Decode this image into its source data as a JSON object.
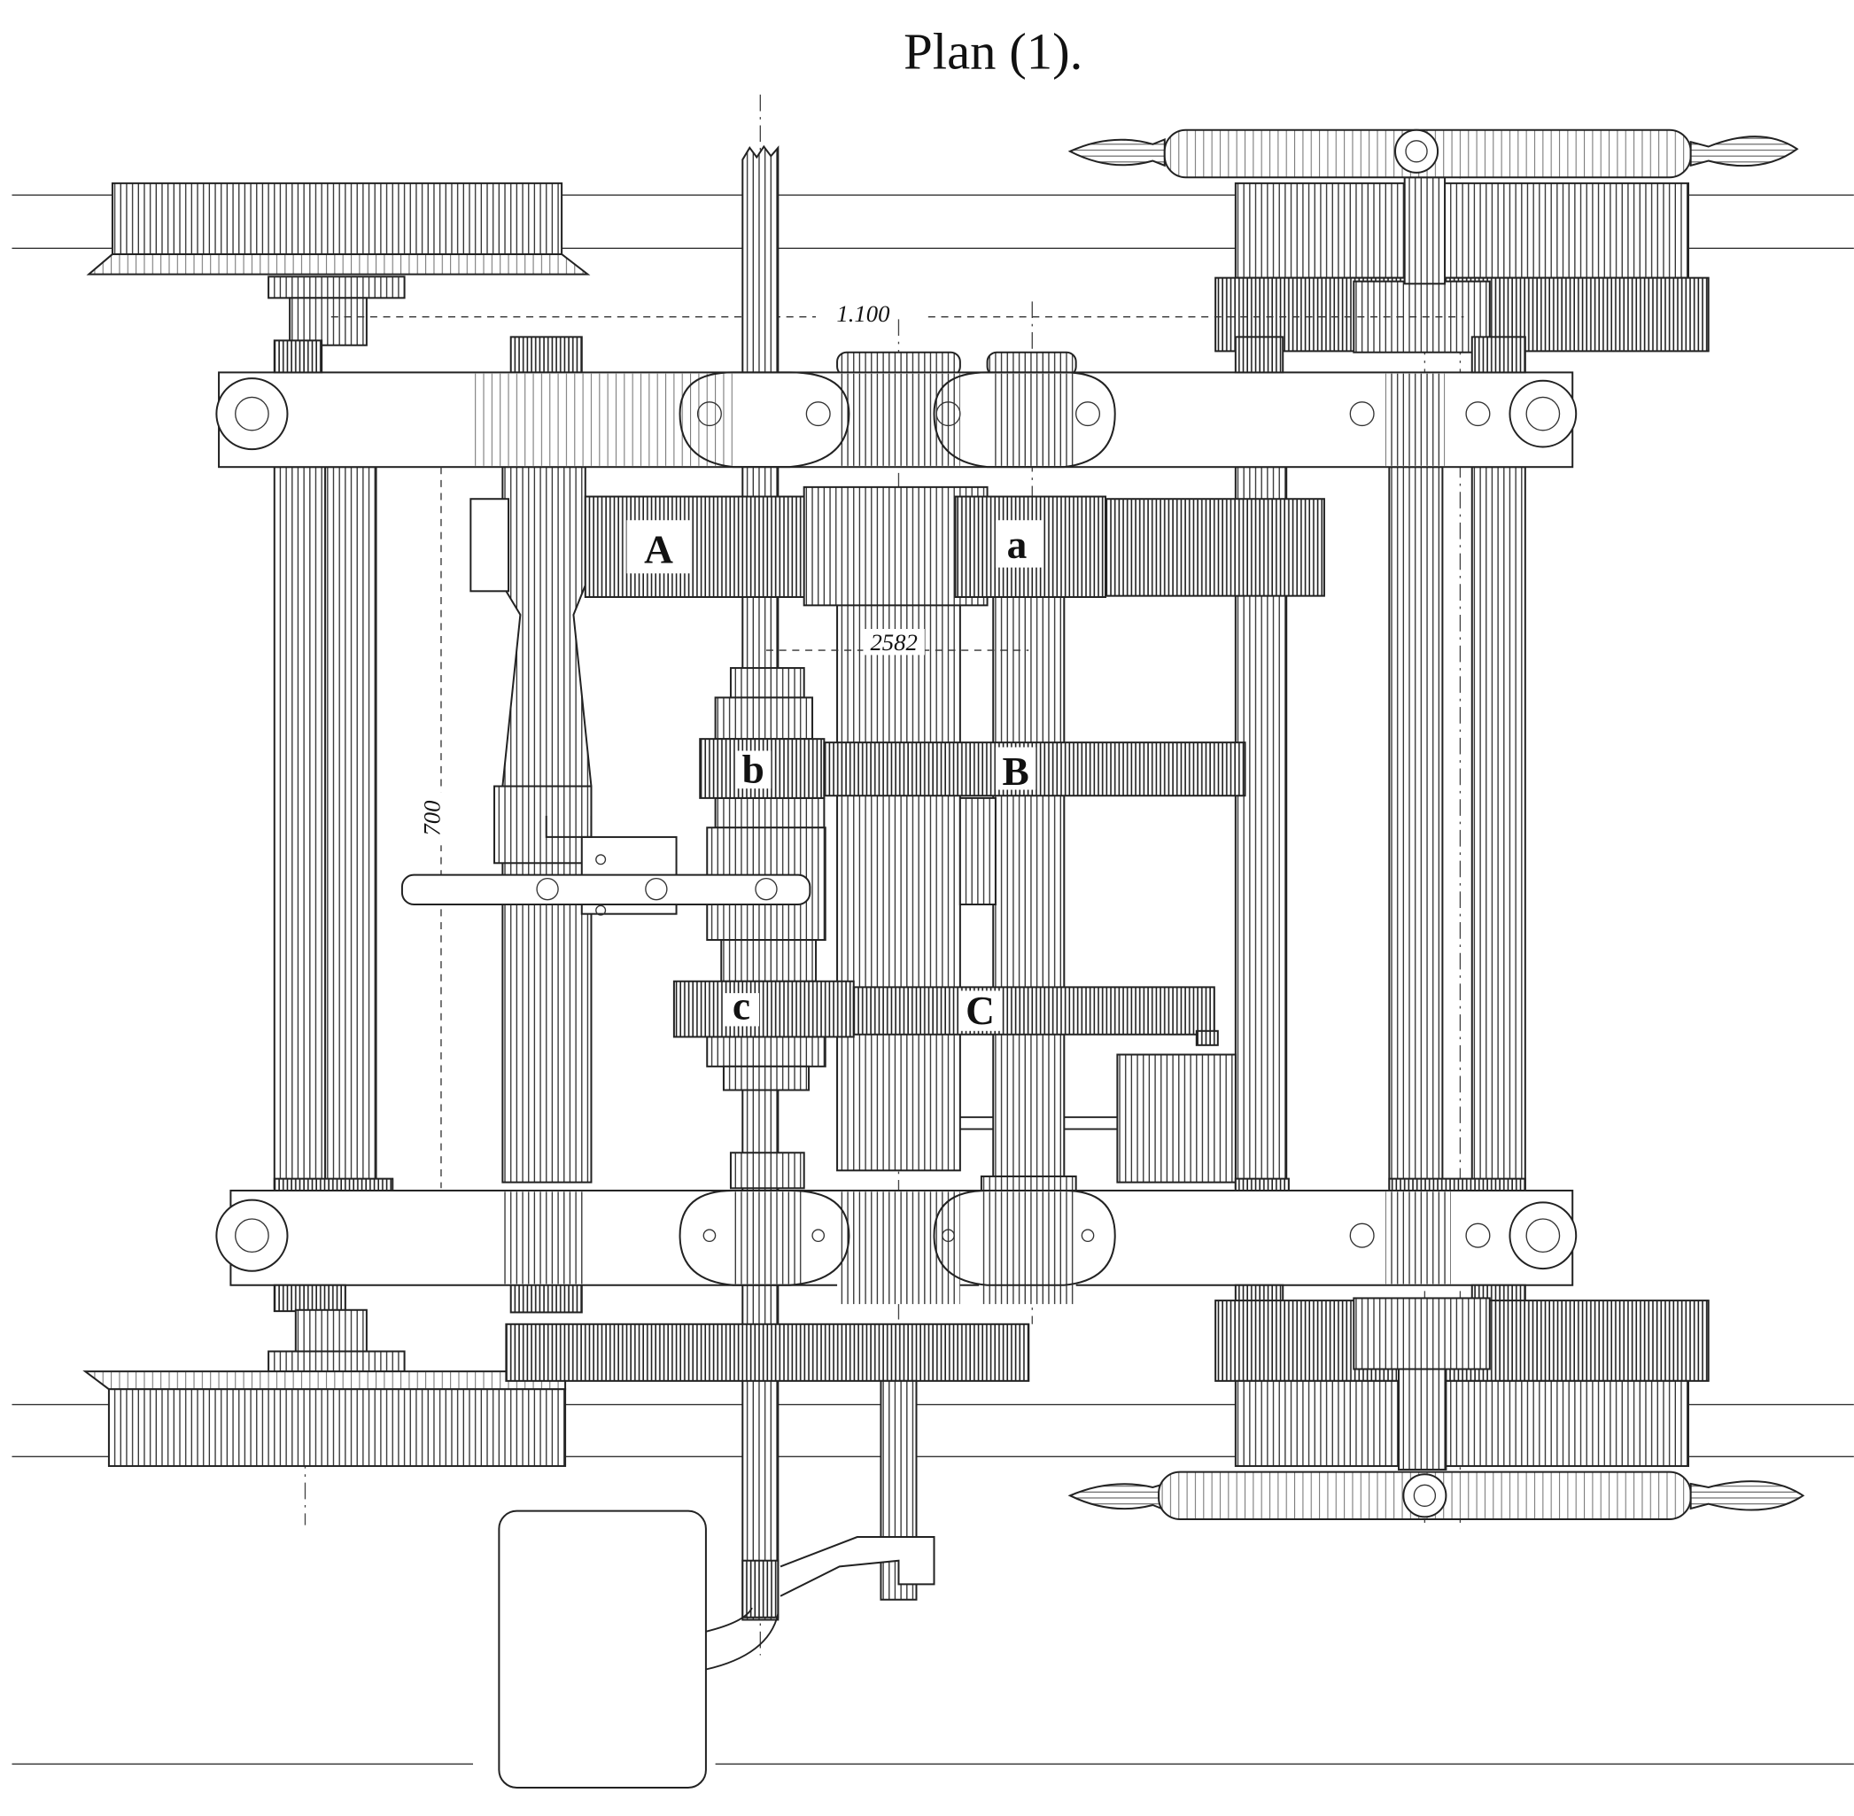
{
  "title": "Plan (1).",
  "dimensions": {
    "horizontal_top": "1.100",
    "horizontal_mid": "2582",
    "vertical": "700"
  },
  "gear_labels": {
    "A": "A",
    "a": "a",
    "b": "b",
    "B": "B",
    "c": "c",
    "C": "C"
  },
  "colors": {
    "ink": "#222222",
    "paper": "#ffffff"
  }
}
